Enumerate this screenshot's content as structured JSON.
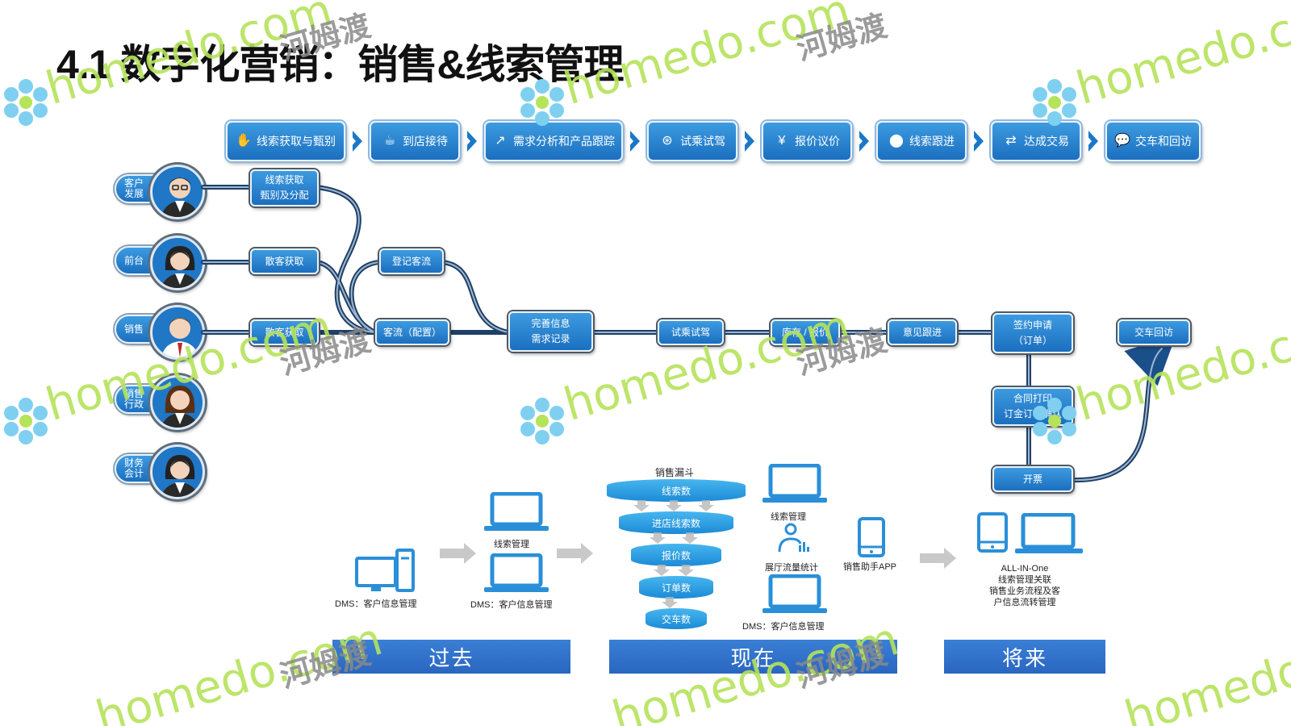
{
  "title": "4.1 数字化营销：销售&线索管理",
  "watermark": {
    "latin": "homedo.com",
    "cn": "河姆渡"
  },
  "process_steps": [
    {
      "label": "线索获取与甄别",
      "icon": "hand-icon"
    },
    {
      "label": "到店接待",
      "icon": "coffee-icon"
    },
    {
      "label": "需求分析和产品跟踪",
      "icon": "trend-icon"
    },
    {
      "label": "试乘试驾",
      "icon": "steering-wheel-icon"
    },
    {
      "label": "报价议价",
      "icon": "price-tag-icon"
    },
    {
      "label": "线索跟进",
      "icon": "location-pin-icon"
    },
    {
      "label": "达成交易",
      "icon": "handshake-icon"
    },
    {
      "label": "交车和回访",
      "icon": "chat-icon"
    }
  ],
  "roles": [
    {
      "label": "客户发展"
    },
    {
      "label": "前台"
    },
    {
      "label": "销售"
    },
    {
      "label": "销售行政"
    },
    {
      "label": "财务会计"
    }
  ],
  "flow_nodes": {
    "lead_acquire": [
      "线索获取",
      "甄别及分配"
    ],
    "walkin_front": "散客获取",
    "register": "登记客流",
    "walkin_sales": "散客获取",
    "allocate": "客流（配置）",
    "complete_info": [
      "完善信息",
      "需求记录"
    ],
    "test_drive": "试乘试驾",
    "stock_price": "库存 / 报价",
    "follow_up": "意见跟进",
    "contract": [
      "签约申请",
      "（订单）"
    ],
    "print": [
      "合同打印",
      "订金订单确认"
    ],
    "invoice": "开票",
    "delivery": "交车回访"
  },
  "past": {
    "era": "过去",
    "dms1": "DMS：客户信息管理",
    "lead_mgmt": "线索管理",
    "dms2": "DMS：客户信息管理"
  },
  "now": {
    "era": "现在",
    "funnel_title": "销售漏斗",
    "funnel": [
      "线索数",
      "进店线索数",
      "报价数",
      "订单数",
      "交车数"
    ],
    "lead_mgmt": "线索管理",
    "traffic": "展厅流量统计",
    "app": "销售助手APP",
    "dms": "DMS：客户信息管理"
  },
  "future": {
    "era": "将来",
    "lines": [
      "ALL-IN-One",
      "线索管理关联",
      "销售业务流程及客",
      "户信息流转管理"
    ]
  },
  "colors": {
    "primary": "#1b6fbf",
    "accent": "#3d9be0",
    "watermark": "#b5e35a"
  }
}
